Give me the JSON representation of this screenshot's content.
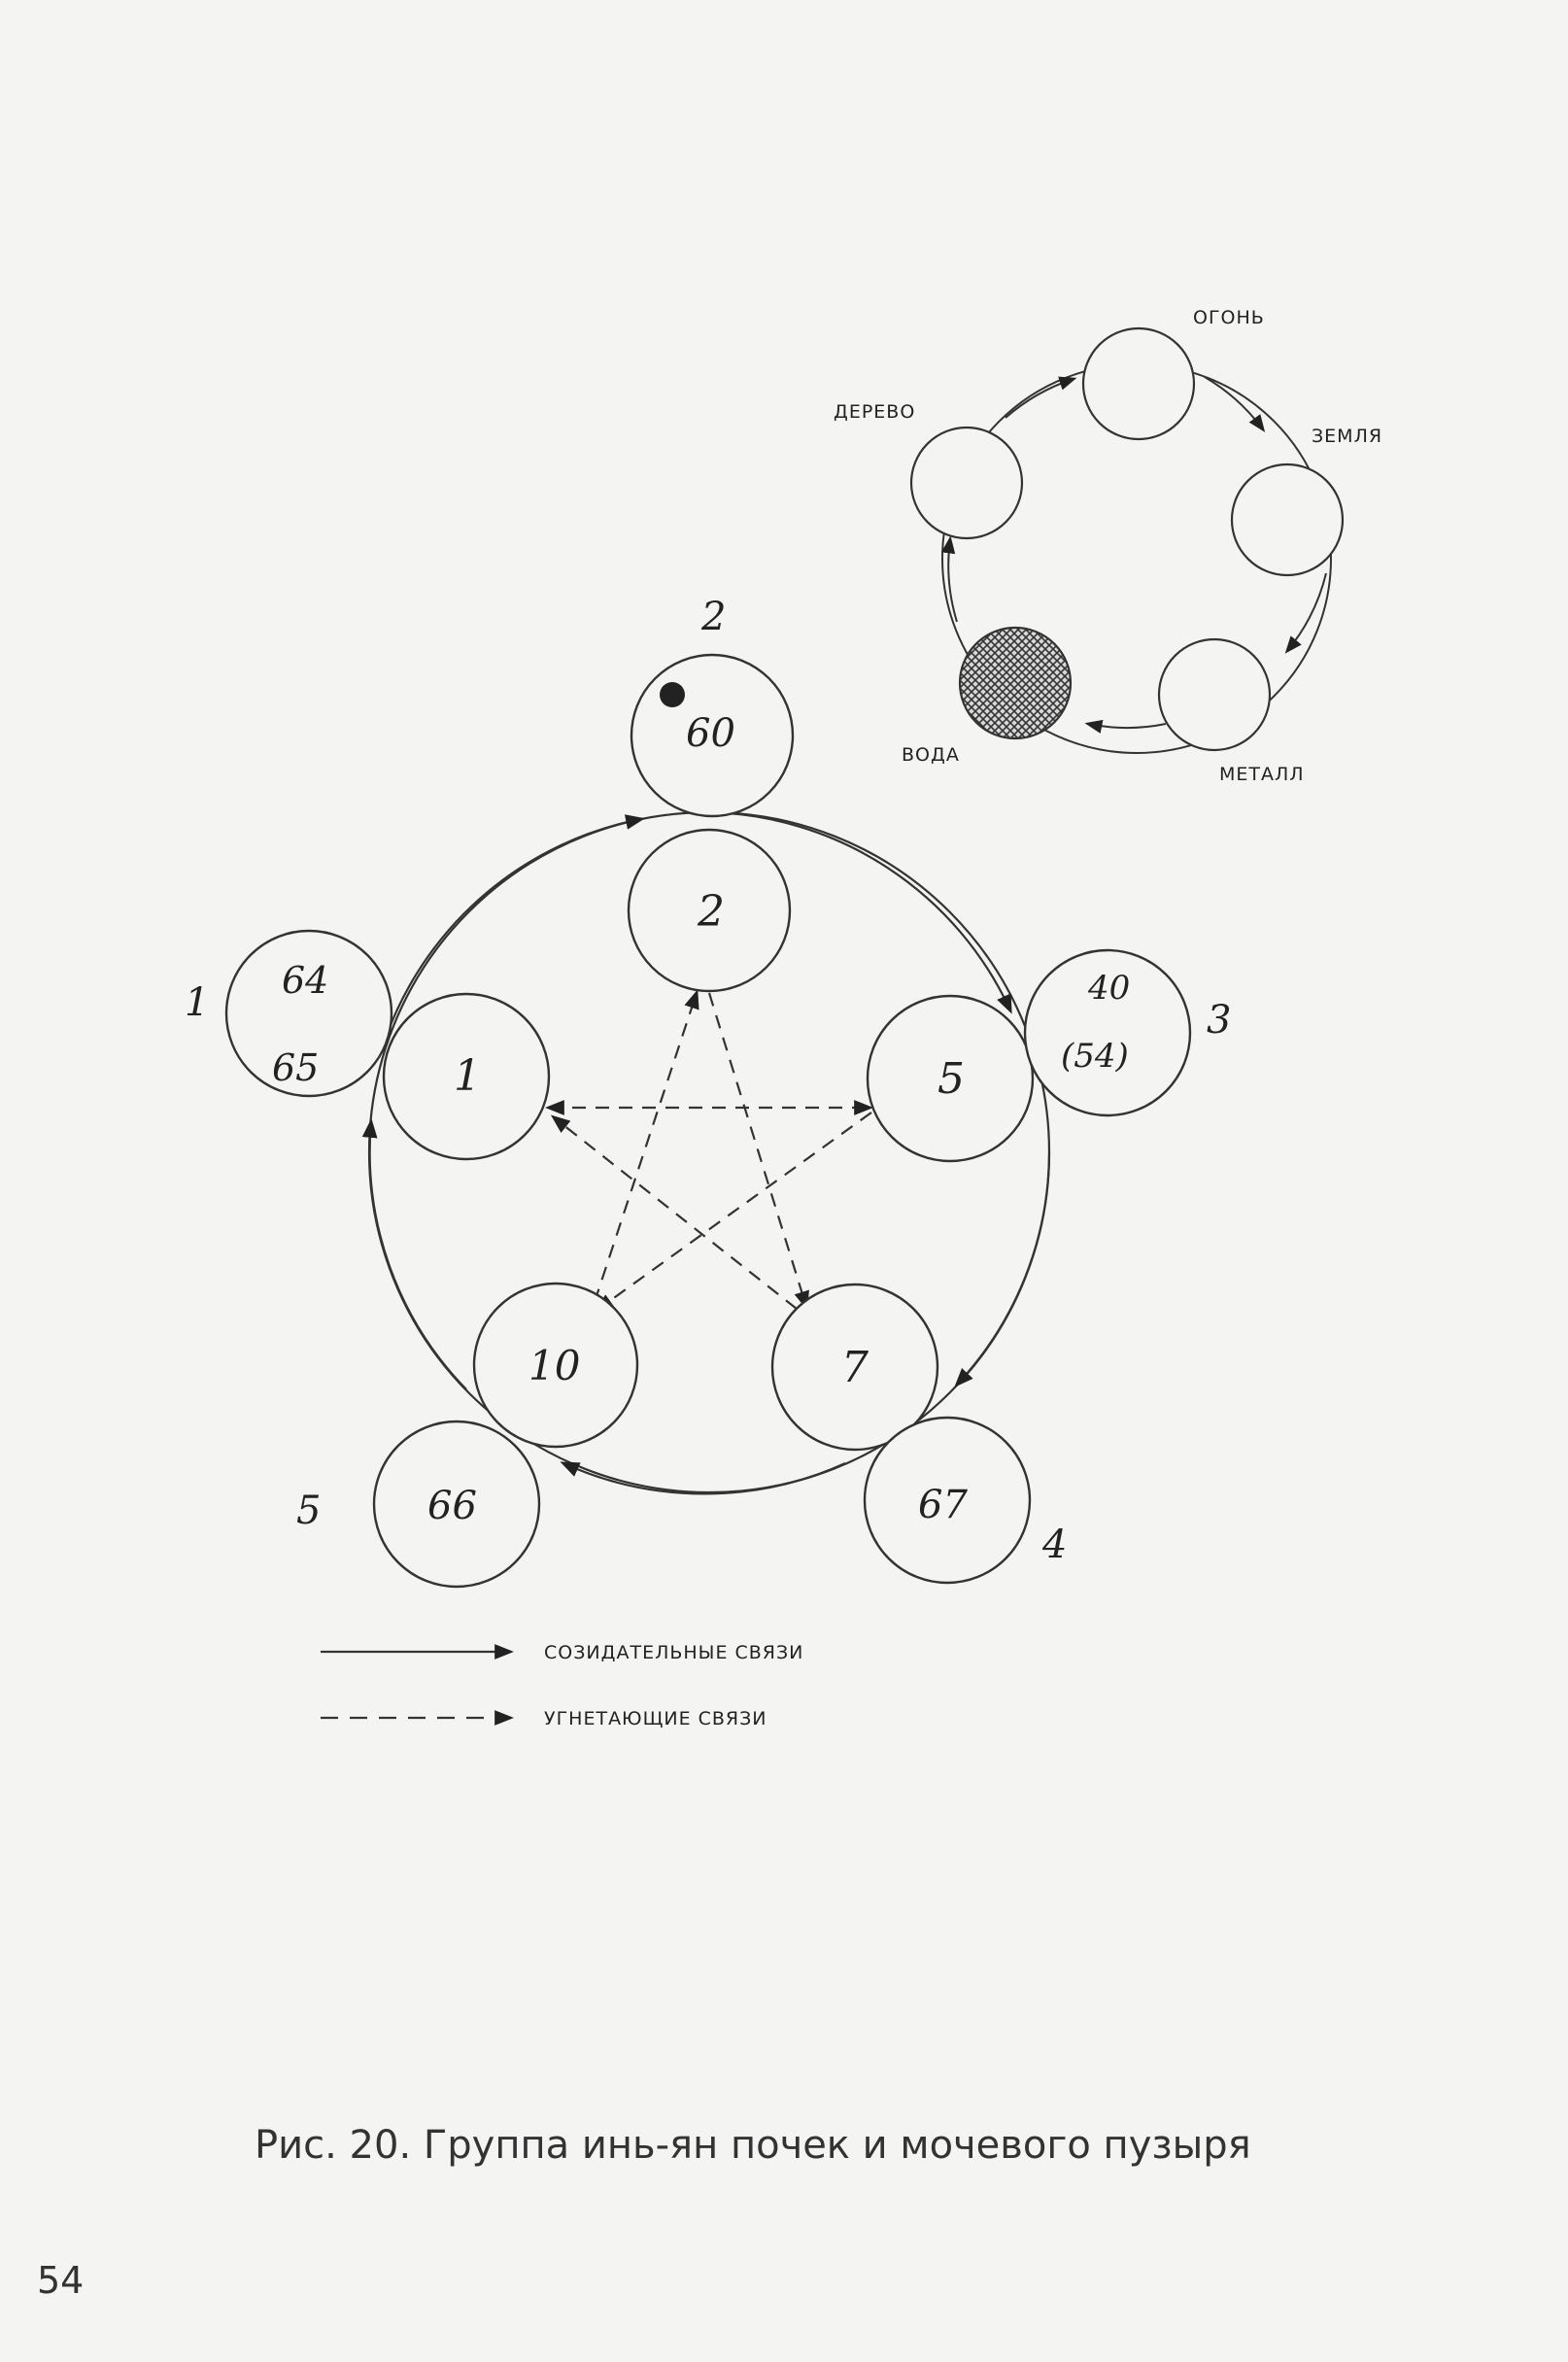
{
  "diagram": {
    "main_nodes": [
      {
        "id": "center-2",
        "label": "2"
      },
      {
        "id": "center-1",
        "label": "1"
      },
      {
        "id": "center-5",
        "label": "5"
      },
      {
        "id": "center-7",
        "label": "7"
      },
      {
        "id": "center-10",
        "label": "10"
      }
    ],
    "outer_nodes": [
      {
        "id": "outer-top",
        "lines": [
          "60"
        ],
        "group": "2",
        "dotted": true
      },
      {
        "id": "outer-left",
        "lines": [
          "64",
          "65"
        ],
        "group": "1"
      },
      {
        "id": "outer-right",
        "lines": [
          "40",
          "(54)"
        ],
        "group": "3"
      },
      {
        "id": "outer-bottom-right",
        "lines": [
          "67"
        ],
        "group": "4"
      },
      {
        "id": "outer-bottom-left",
        "lines": [
          "66"
        ],
        "group": "5"
      }
    ],
    "elements_cycle": {
      "labels": {
        "fire": "ОГОНЬ",
        "earth": "ЗЕМЛЯ",
        "metal": "МЕТАЛЛ",
        "water": "ВОДА",
        "wood": "ДЕРЕВО"
      },
      "highlighted": "water"
    },
    "legend": {
      "creative": "СОЗИДАТЕЛЬНЫЕ СВЯЗИ",
      "suppressive": "УГНЕТАЮЩИЕ СВЯЗИ"
    }
  },
  "caption": "Рис. 20. Группа инь-ян почек и мочевого пузыря",
  "page_number": "54"
}
